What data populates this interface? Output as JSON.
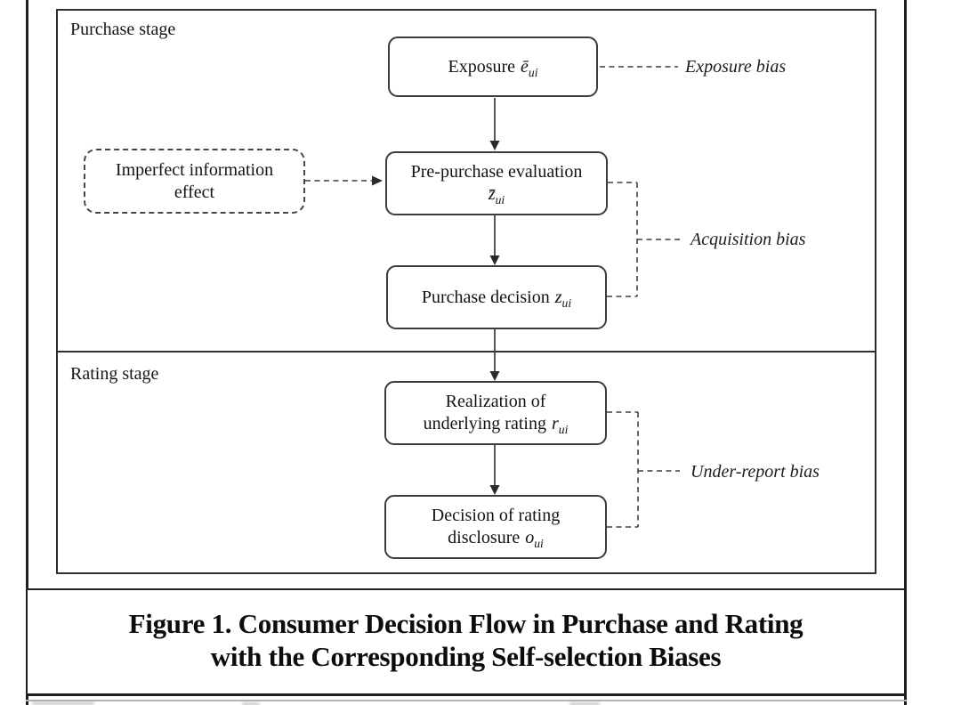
{
  "stages": {
    "purchase": {
      "label": "Purchase stage"
    },
    "rating": {
      "label": "Rating stage"
    }
  },
  "nodes": {
    "exposure": {
      "text": "Exposure",
      "var_base": "ē",
      "var_sub": "ui"
    },
    "imperfect": {
      "line1": "Imperfect information",
      "line2": "effect"
    },
    "prepurchase": {
      "line1": "Pre-purchase evaluation",
      "var_base": "z̄",
      "var_sub": "ui"
    },
    "purchase_decision": {
      "text": "Purchase decision",
      "var_base": "z",
      "var_sub": "ui"
    },
    "realization": {
      "line1": "Realization of",
      "line2": "underlying rating",
      "var_base": "r",
      "var_sub": "ui"
    },
    "disclosure": {
      "line1": "Decision of rating",
      "line2": "disclosure",
      "var_base": "o",
      "var_sub": "ui"
    }
  },
  "bias_labels": {
    "exposure_bias": "Exposure bias",
    "acquisition_bias": "Acquisition bias",
    "under_report_bias": "Under-report bias"
  },
  "caption": {
    "line1": "Figure 1. Consumer Decision Flow in Purchase and Rating",
    "line2": "with the Corresponding Self-selection Biases"
  },
  "colors": {
    "line": "#3a3a3a",
    "arrow": "#2a2a2a",
    "border": "#303030"
  }
}
